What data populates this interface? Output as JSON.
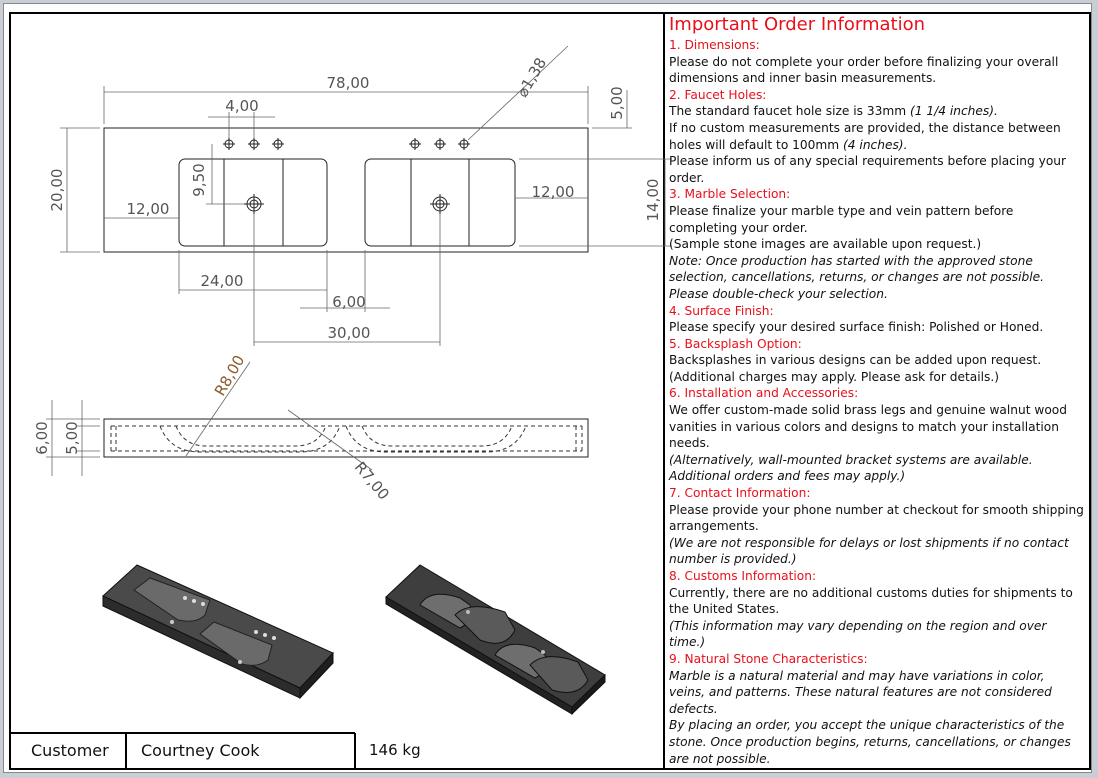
{
  "drawing": {
    "top_view": {
      "overall_length": "78,00",
      "depth": "20,00",
      "faucet_spacing": "4,00",
      "faucet_diameter": "⌀1,38",
      "edge_offset_top": "5,00",
      "basin_to_drain_v": "9,50",
      "basin_left_offset": "12,00",
      "basin_right_offset": "12,00",
      "basin_depth": "14,00",
      "basin_width": "24,00",
      "basin_gap": "6,00",
      "drain_spacing": "30,00"
    },
    "front_view": {
      "outer_height": "6,00",
      "inner_height": "5,00",
      "radius_large": "R8,00",
      "radius_small": "R7,00"
    }
  },
  "info": {
    "title": "Important Order Information",
    "sections": [
      {
        "heading": "1. Dimensions:",
        "lines": [
          {
            "text": "Please do not complete your order before finalizing your overall dimensions and inner basin measurements.",
            "italic": false
          }
        ]
      },
      {
        "heading": "2. Faucet Holes:",
        "lines": [
          {
            "text": "The standard faucet hole size is 33mm",
            "italic": false,
            "italic_suffix": " (1 1/4 inches)."
          },
          {
            "text": "If no custom measurements are provided, the distance between holes will default to 100mm",
            "italic": false,
            "italic_suffix": " (4 inches)."
          },
          {
            "text": "Please inform us of any special requirements before placing your order.",
            "italic": false
          }
        ]
      },
      {
        "heading": "3. Marble Selection:",
        "lines": [
          {
            "text": "Please finalize your marble type and vein pattern before completing your order.",
            "italic": false
          },
          {
            "text": "(Sample stone images are available upon request.)",
            "italic": false
          },
          {
            "text": "Note: Once production has started with the approved stone selection, cancellations, returns, or changes are not possible. Please double-check your selection.",
            "italic": true
          }
        ]
      },
      {
        "heading": "4. Surface Finish:",
        "lines": [
          {
            "text": "Please specify your desired surface finish: Polished or Honed.",
            "italic": false
          }
        ]
      },
      {
        "heading": "5. Backsplash Option:",
        "lines": [
          {
            "text": "Backsplashes in various designs can be added upon request.",
            "italic": false
          },
          {
            "text": "(Additional charges may apply. Please ask for details.)",
            "italic": false
          }
        ]
      },
      {
        "heading": "6. Installation and Accessories:",
        "lines": [
          {
            "text": "We offer custom-made solid brass legs and genuine walnut wood vanities in various colors and designs to match your installation needs.",
            "italic": false
          },
          {
            "text": "(Alternatively, wall-mounted bracket systems are available. Additional orders and fees may apply.)",
            "italic": true
          }
        ]
      },
      {
        "heading": "7. Contact Information:",
        "lines": [
          {
            "text": "Please provide your phone number at checkout for smooth shipping arrangements.",
            "italic": false
          },
          {
            "text": "(We are not responsible for delays or lost shipments if no contact number is provided.)",
            "italic": true
          }
        ]
      },
      {
        "heading": "8. Customs Information:",
        "lines": [
          {
            "text": "Currently, there are no additional customs duties for shipments to the United States.",
            "italic": false
          },
          {
            "text": "(This information may vary depending on the region and over time.)",
            "italic": true
          }
        ]
      },
      {
        "heading": "9. Natural Stone Characteristics:",
        "lines": [
          {
            "text": "Marble is a natural material and may have variations in color, veins, and patterns. These natural features are not considered defects.",
            "italic": true
          },
          {
            "text": "By placing an order, you accept the unique characteristics of the stone. Once production begins, returns, cancellations, or changes are not possible.",
            "italic": true
          }
        ]
      }
    ]
  },
  "title_block": {
    "customer_label": "Customer",
    "customer_name": "Courtney Cook",
    "weight": "146 kg"
  },
  "colors": {
    "heading_red": "#e8101a",
    "dimension_gray": "#555555",
    "model_dark": "#3d3d3d"
  }
}
